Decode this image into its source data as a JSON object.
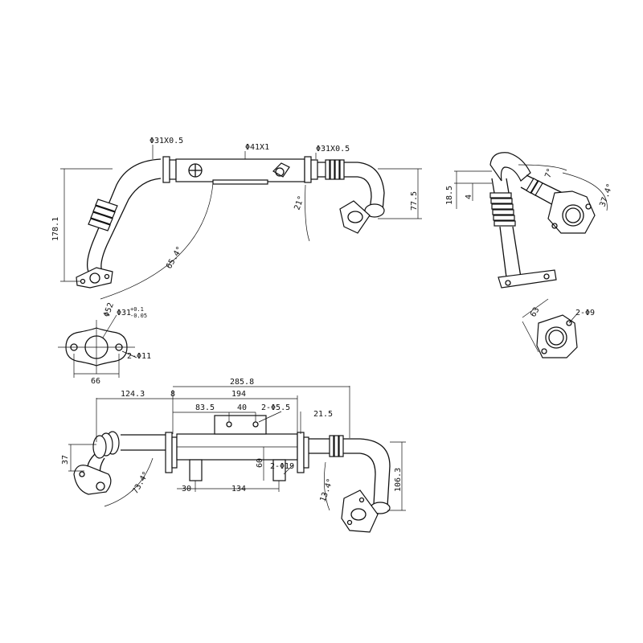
{
  "drawing": {
    "top_view": {
      "dims": {
        "pipe_left": "Φ31X0.5",
        "body": "Φ41X1",
        "pipe_right": "Φ31X0.5",
        "height_total": "178.1",
        "height_right": "77.5",
        "angle_right": "21°",
        "angle_left": "65.4°"
      }
    },
    "side_view": {
      "dims": {
        "offset_top": "18.5",
        "offset_small": "4",
        "angle_top": "7°",
        "angle_right": "37.4°"
      }
    },
    "flange_left": {
      "dims": {
        "hole": "Φ31",
        "tol_upper": "+0.1",
        "tol_lower": "-0.05",
        "bore": "Φ52",
        "bolt_holes": "2-Φ11",
        "width": "66"
      }
    },
    "flange_right": {
      "dims": {
        "width": "63",
        "bolt_holes": "2-Φ9"
      }
    },
    "front_view": {
      "dims": {
        "overall": "285.8",
        "left_offset": "124.3",
        "body_len": "194",
        "plate_offset": "83.5",
        "plate_width": "40",
        "plate_holes": "2-Φ5.5",
        "right_small": "21.5",
        "height_left": "37",
        "port_height": "60",
        "ports": "2-Φ19",
        "port_left": "30",
        "port_spacing": "134",
        "angle_left": "73.4°",
        "angle_right": "13.4°",
        "height_right": "106.3",
        "body_small": "8"
      }
    }
  }
}
